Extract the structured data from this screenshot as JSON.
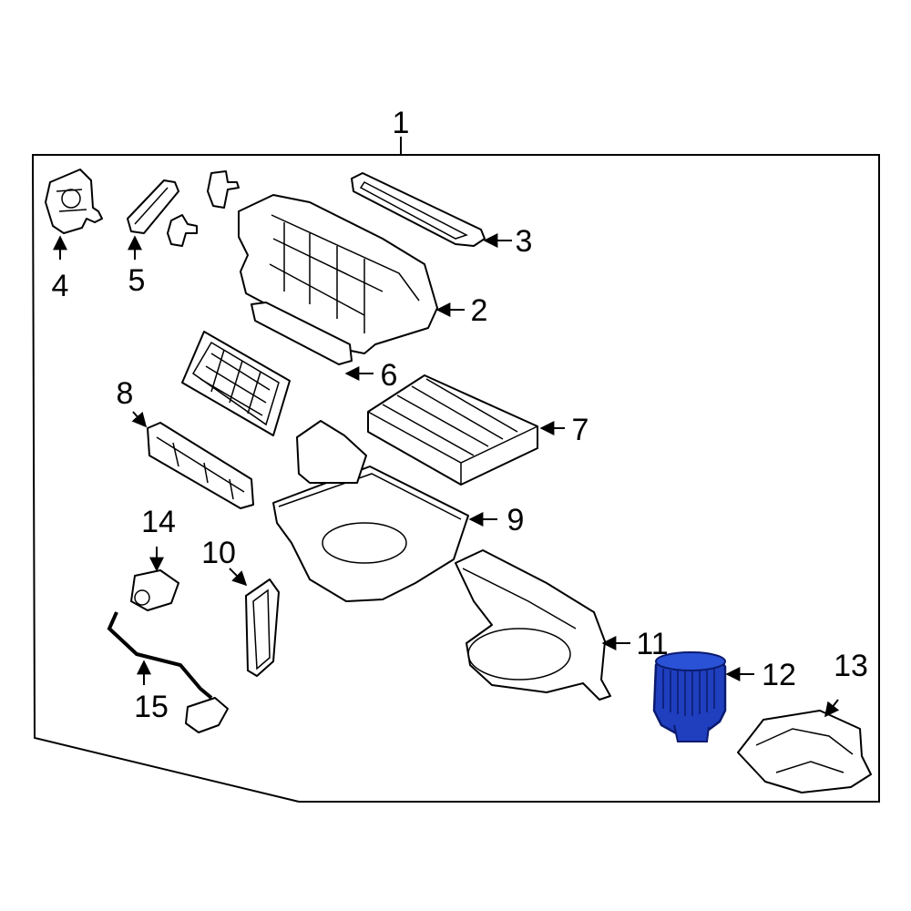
{
  "callouts": {
    "c1": "1",
    "c2": "2",
    "c3": "3",
    "c4": "4",
    "c5": "5",
    "c6": "6",
    "c7": "7",
    "c8": "8",
    "c9": "9",
    "c10": "10",
    "c11": "11",
    "c12": "12",
    "c13": "13",
    "c14": "14",
    "c15": "15"
  },
  "colors": {
    "line": "#000000",
    "background": "#ffffff",
    "highlight_part": "#1f3fbf",
    "highlight_dark": "#0a1a6e"
  },
  "highlighted_part": "12"
}
